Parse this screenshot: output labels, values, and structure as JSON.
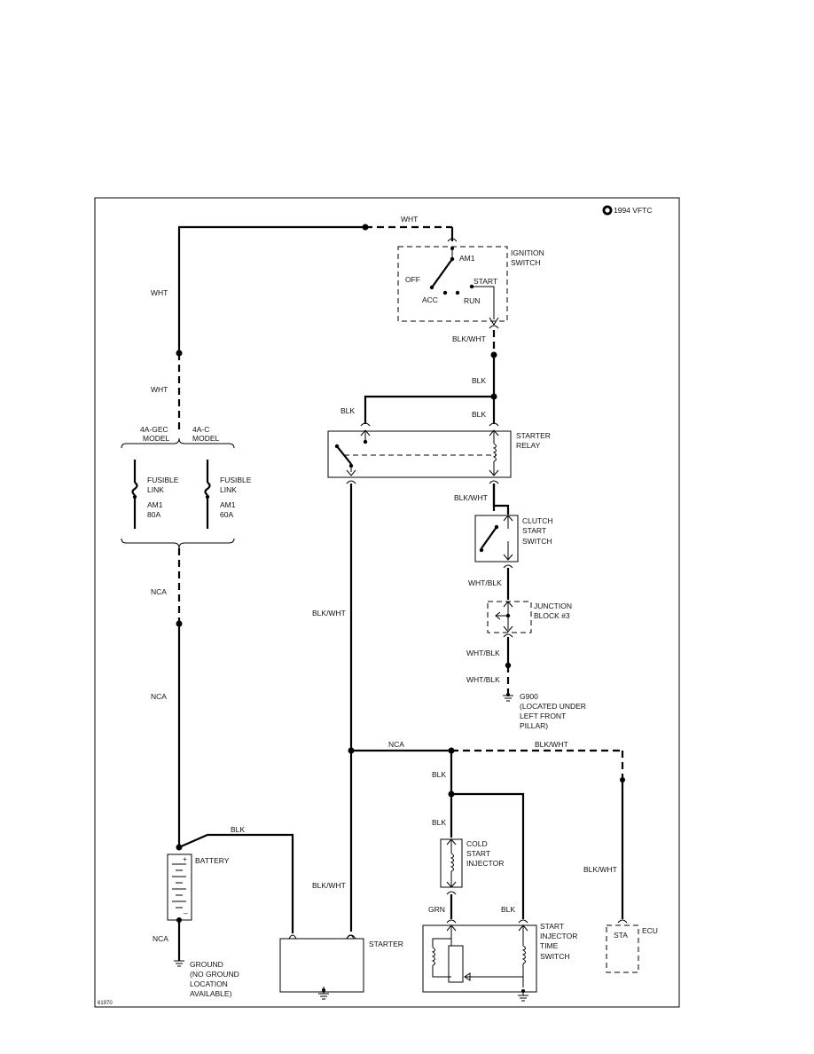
{
  "copyright": "1994 VFTC",
  "figure_id": "61970",
  "wire_colors": {
    "top_wire": "WHT",
    "left_upper": "WHT",
    "left_lower": "WHT",
    "ign_out": "BLK/WHT",
    "to_relay": "BLK",
    "relay_left": "BLK",
    "relay_right": "BLK",
    "relay_out": "BLK/WHT",
    "clutch_out": "WHT/BLK",
    "jb_out": "WHT/BLK",
    "g900_in": "WHT/BLK",
    "fuse_out": "NCA",
    "left_nca2": "NCA",
    "batt_to_starter": "BLK",
    "batt_ground": "NCA",
    "relay_to_starter_upper": "BLK/WHT",
    "relay_to_starter_lower": "BLK/WHT",
    "junction_nca": "NCA",
    "ecu_branch_top": "BLK/WHT",
    "ecu_branch": "BLK/WHT",
    "csi_feed1": "BLK",
    "csi_feed2": "BLK",
    "csi_out": "GRN",
    "stjs_feed": "BLK"
  },
  "components": {
    "ignition_switch": {
      "name_line1": "IGNITION",
      "name_line2": "SWITCH",
      "am1": "AM1",
      "off": "OFF",
      "acc": "ACC",
      "start": "START",
      "run": "RUN"
    },
    "starter_relay": {
      "name_line1": "STARTER",
      "name_line2": "RELAY"
    },
    "clutch_switch": {
      "name_line1": "CLUTCH",
      "name_line2": "START",
      "name_line3": "SWITCH"
    },
    "junction_block": {
      "name_line1": "JUNCTION",
      "name_line2": "BLOCK #3"
    },
    "g900": {
      "line1": "G900",
      "line2": "(LOCATED UNDER",
      "line3": "LEFT FRONT",
      "line4": "PILLAR)"
    },
    "model_left": {
      "line1": "4A-GEC",
      "line2": "MODEL"
    },
    "model_right": {
      "line1": "4A-C",
      "line2": "MODEL"
    },
    "fuse_left": {
      "line1": "FUSIBLE",
      "line2": "LINK",
      "line3": "AM1",
      "line4": "80A"
    },
    "fuse_right": {
      "line1": "FUSIBLE",
      "line2": "LINK",
      "line3": "AM1",
      "line4": "60A"
    },
    "battery": {
      "name": "BATTERY",
      "plus": "+",
      "minus": "–"
    },
    "ground": {
      "line1": "GROUND",
      "line2": "(NO GROUND",
      "line3": "LOCATION",
      "line4": "AVAILABLE)"
    },
    "starter": {
      "name": "STARTER"
    },
    "cold_start_injector": {
      "line1": "COLD",
      "line2": "START",
      "line3": "INJECTOR"
    },
    "start_injector_time_switch": {
      "line1": "START",
      "line2": "INJECTOR",
      "line3": "TIME",
      "line4": "SWITCH"
    },
    "ecu": {
      "name": "ECU",
      "pin": "STA"
    }
  }
}
